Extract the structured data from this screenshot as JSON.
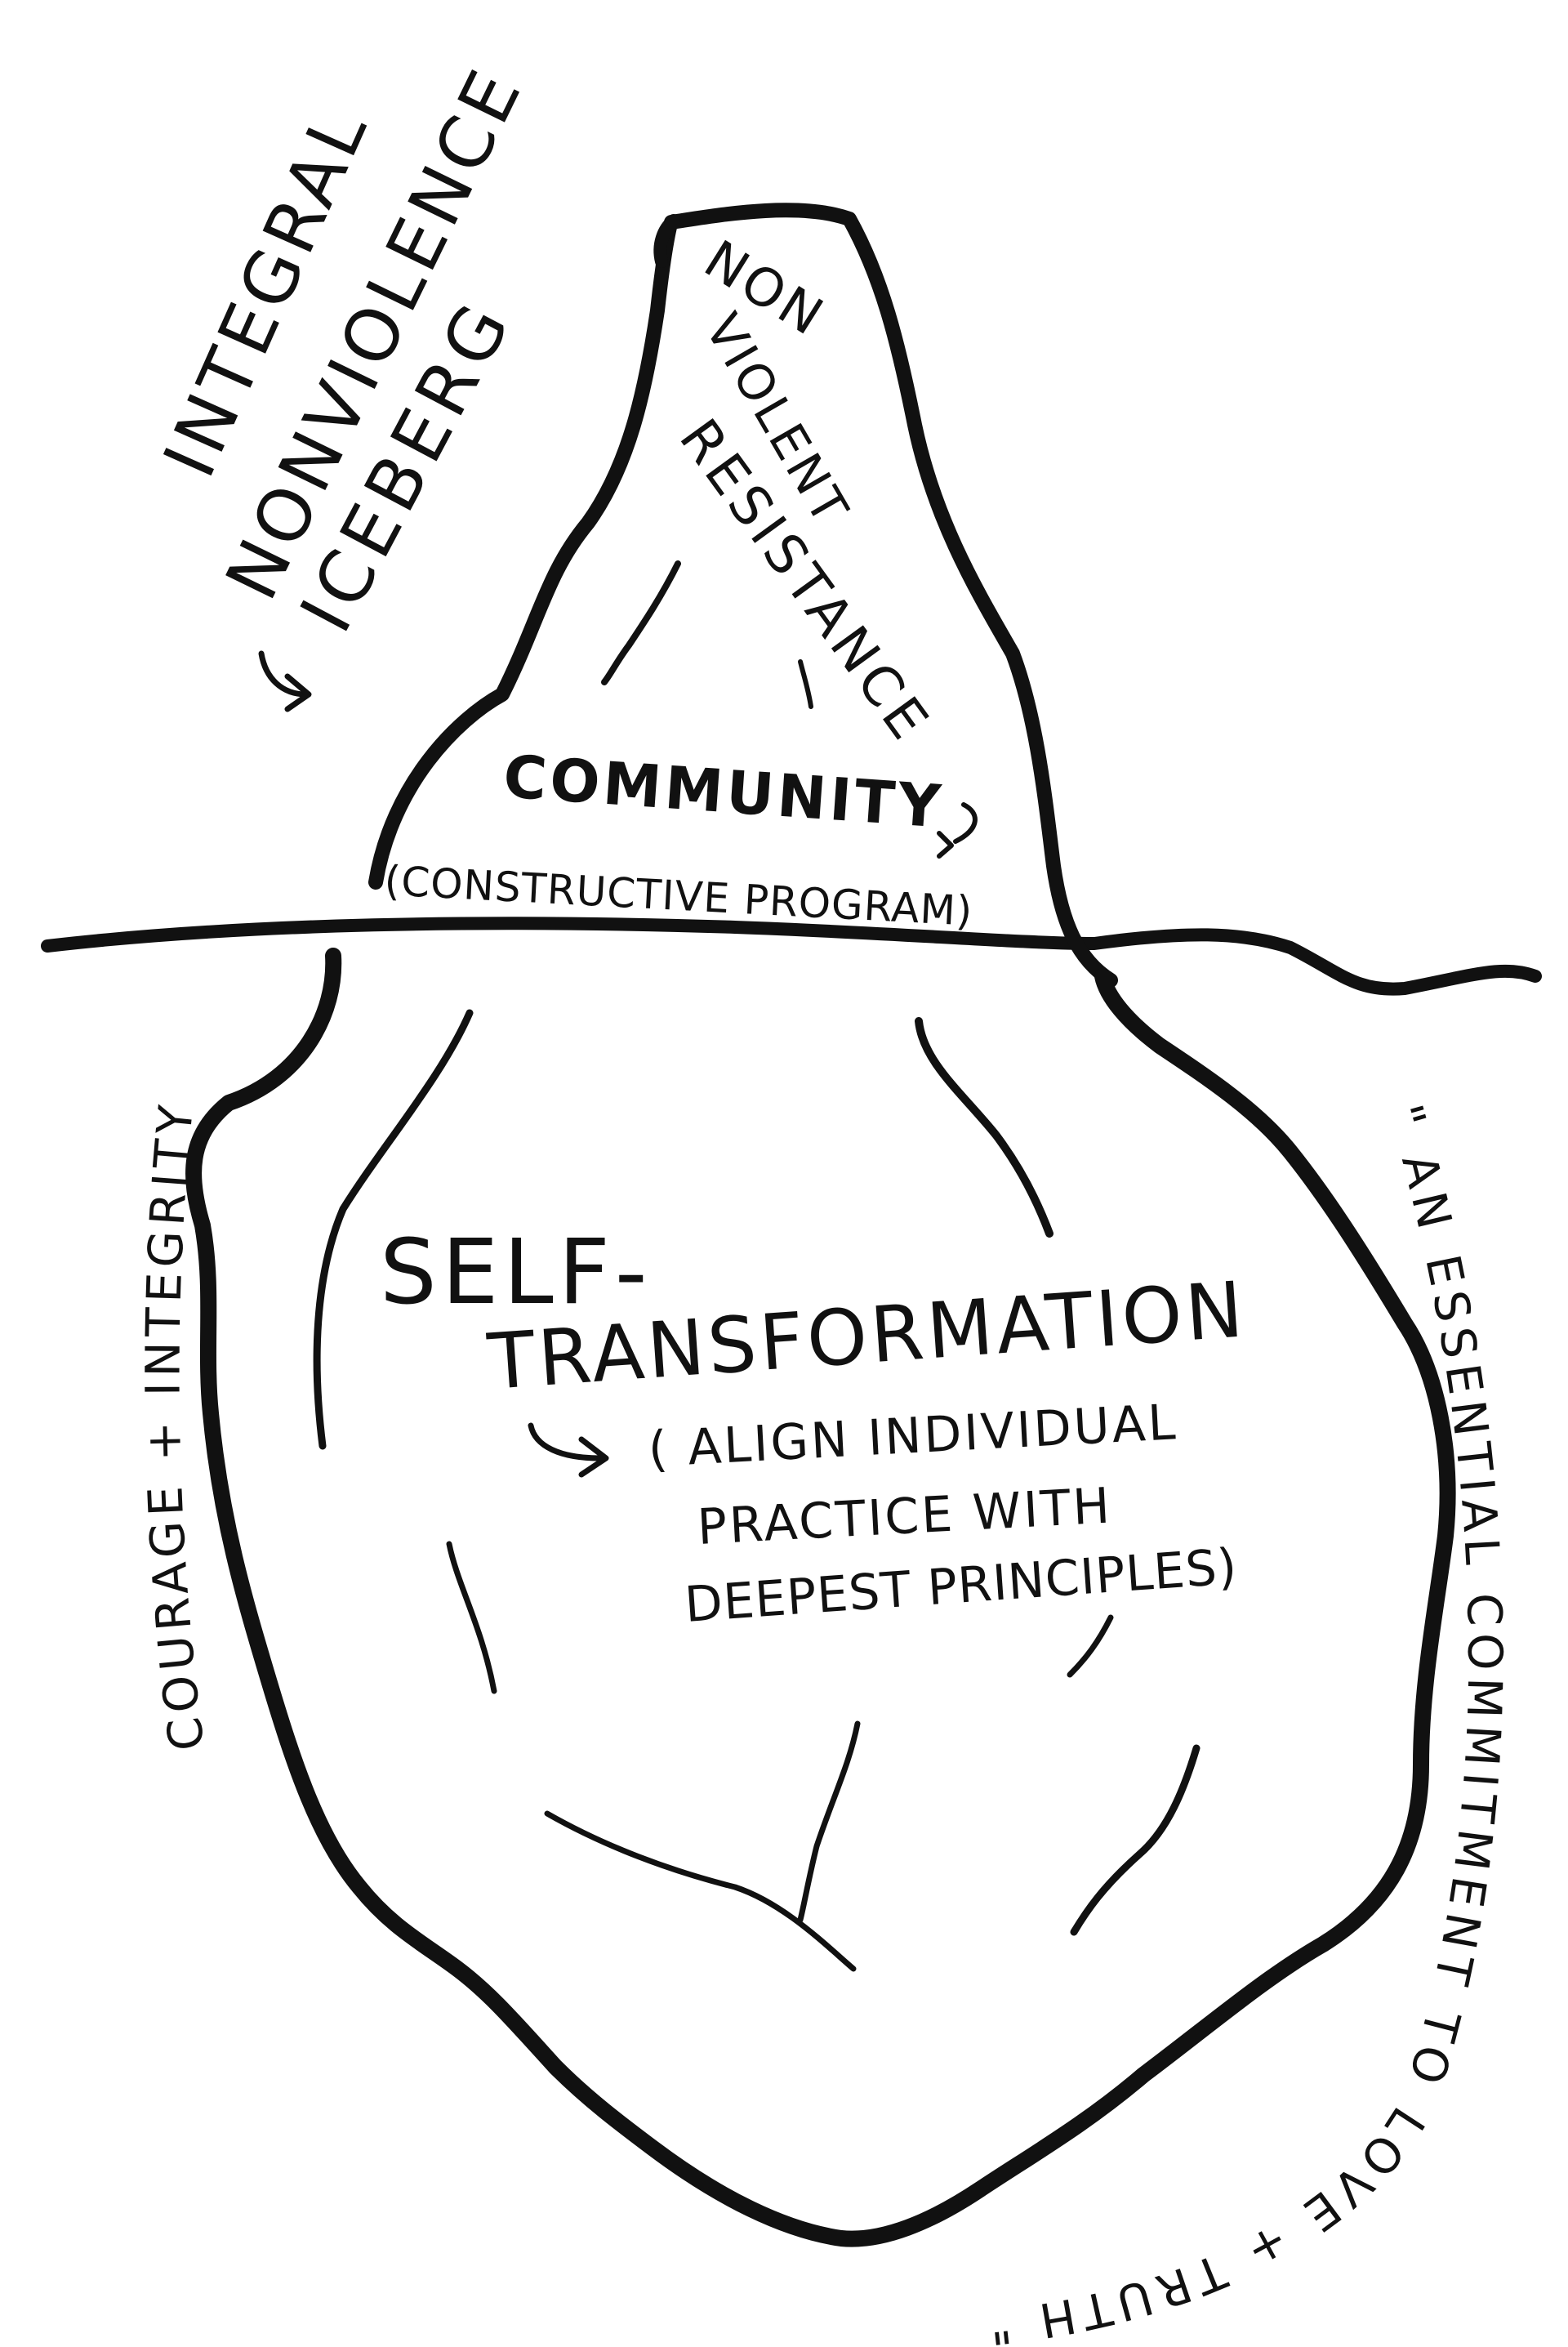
{
  "title": {
    "line1": "INTEGRAL",
    "line2": "NONVIOLENCE",
    "line3": "ICEBERG"
  },
  "tip": {
    "line1": "NON",
    "line2": "VIOLENT",
    "line3": "RESISTANCE"
  },
  "community": {
    "label": "COMMUNITY",
    "sublabel": "(CONSTRUCTIVE PROGRAM)"
  },
  "self_transformation": {
    "line1": "SELF-",
    "line2": "TRANSFORMATION",
    "note_line1": "( ALIGN INDIVIDUAL",
    "note_line2": "PRACTICE WITH",
    "note_line3": "DEEPEST PRINCIPLES)"
  },
  "left_side": {
    "label": "COURAGE + INTEGRITY"
  },
  "right_side": {
    "label": "\" AN ESSENTIAL COMMITMENT TO LOVE + TRUTH \""
  },
  "colors": {
    "ink": "#111111",
    "paper": "#ffffff"
  }
}
